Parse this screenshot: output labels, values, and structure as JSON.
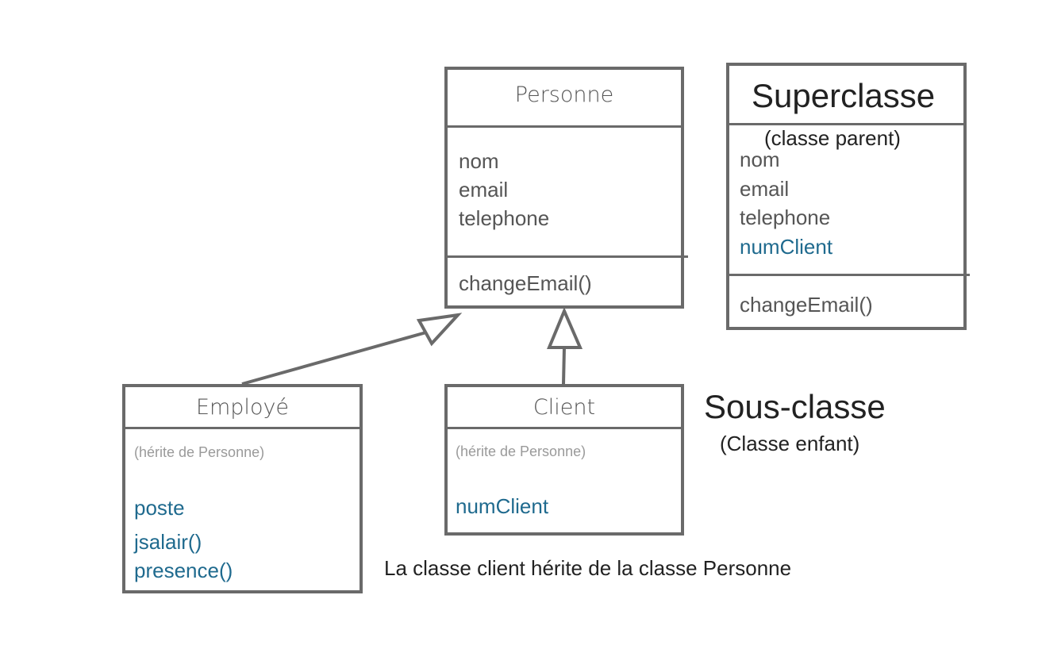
{
  "personne": {
    "name": "Personne",
    "attributes": [
      "nom",
      "email",
      "telephone"
    ],
    "methods": [
      "changeEmail()"
    ]
  },
  "superclasse": {
    "title": "Superclasse",
    "subtitle": "(classe parent)",
    "attributes": [
      "nom",
      "email",
      "telephone"
    ],
    "attribute_new": "numClient",
    "methods": [
      "changeEmail()"
    ]
  },
  "employe": {
    "name": "Employé",
    "note": "(hérite de Personne)",
    "members": [
      "poste",
      "jsalair()",
      "presence()"
    ]
  },
  "client": {
    "name": "Client",
    "note": "(hérite de Personne)",
    "members": [
      "numClient"
    ]
  },
  "labels": {
    "sous_classe": "Sous-classe",
    "classe_enfant": "(Classe enfant)",
    "caption": "La classe client hérite de la classe Personne"
  },
  "colors": {
    "line": "#6a6a6a",
    "text": "#555555",
    "new_member": "#1f6a8e",
    "note": "#9a9a9a"
  }
}
